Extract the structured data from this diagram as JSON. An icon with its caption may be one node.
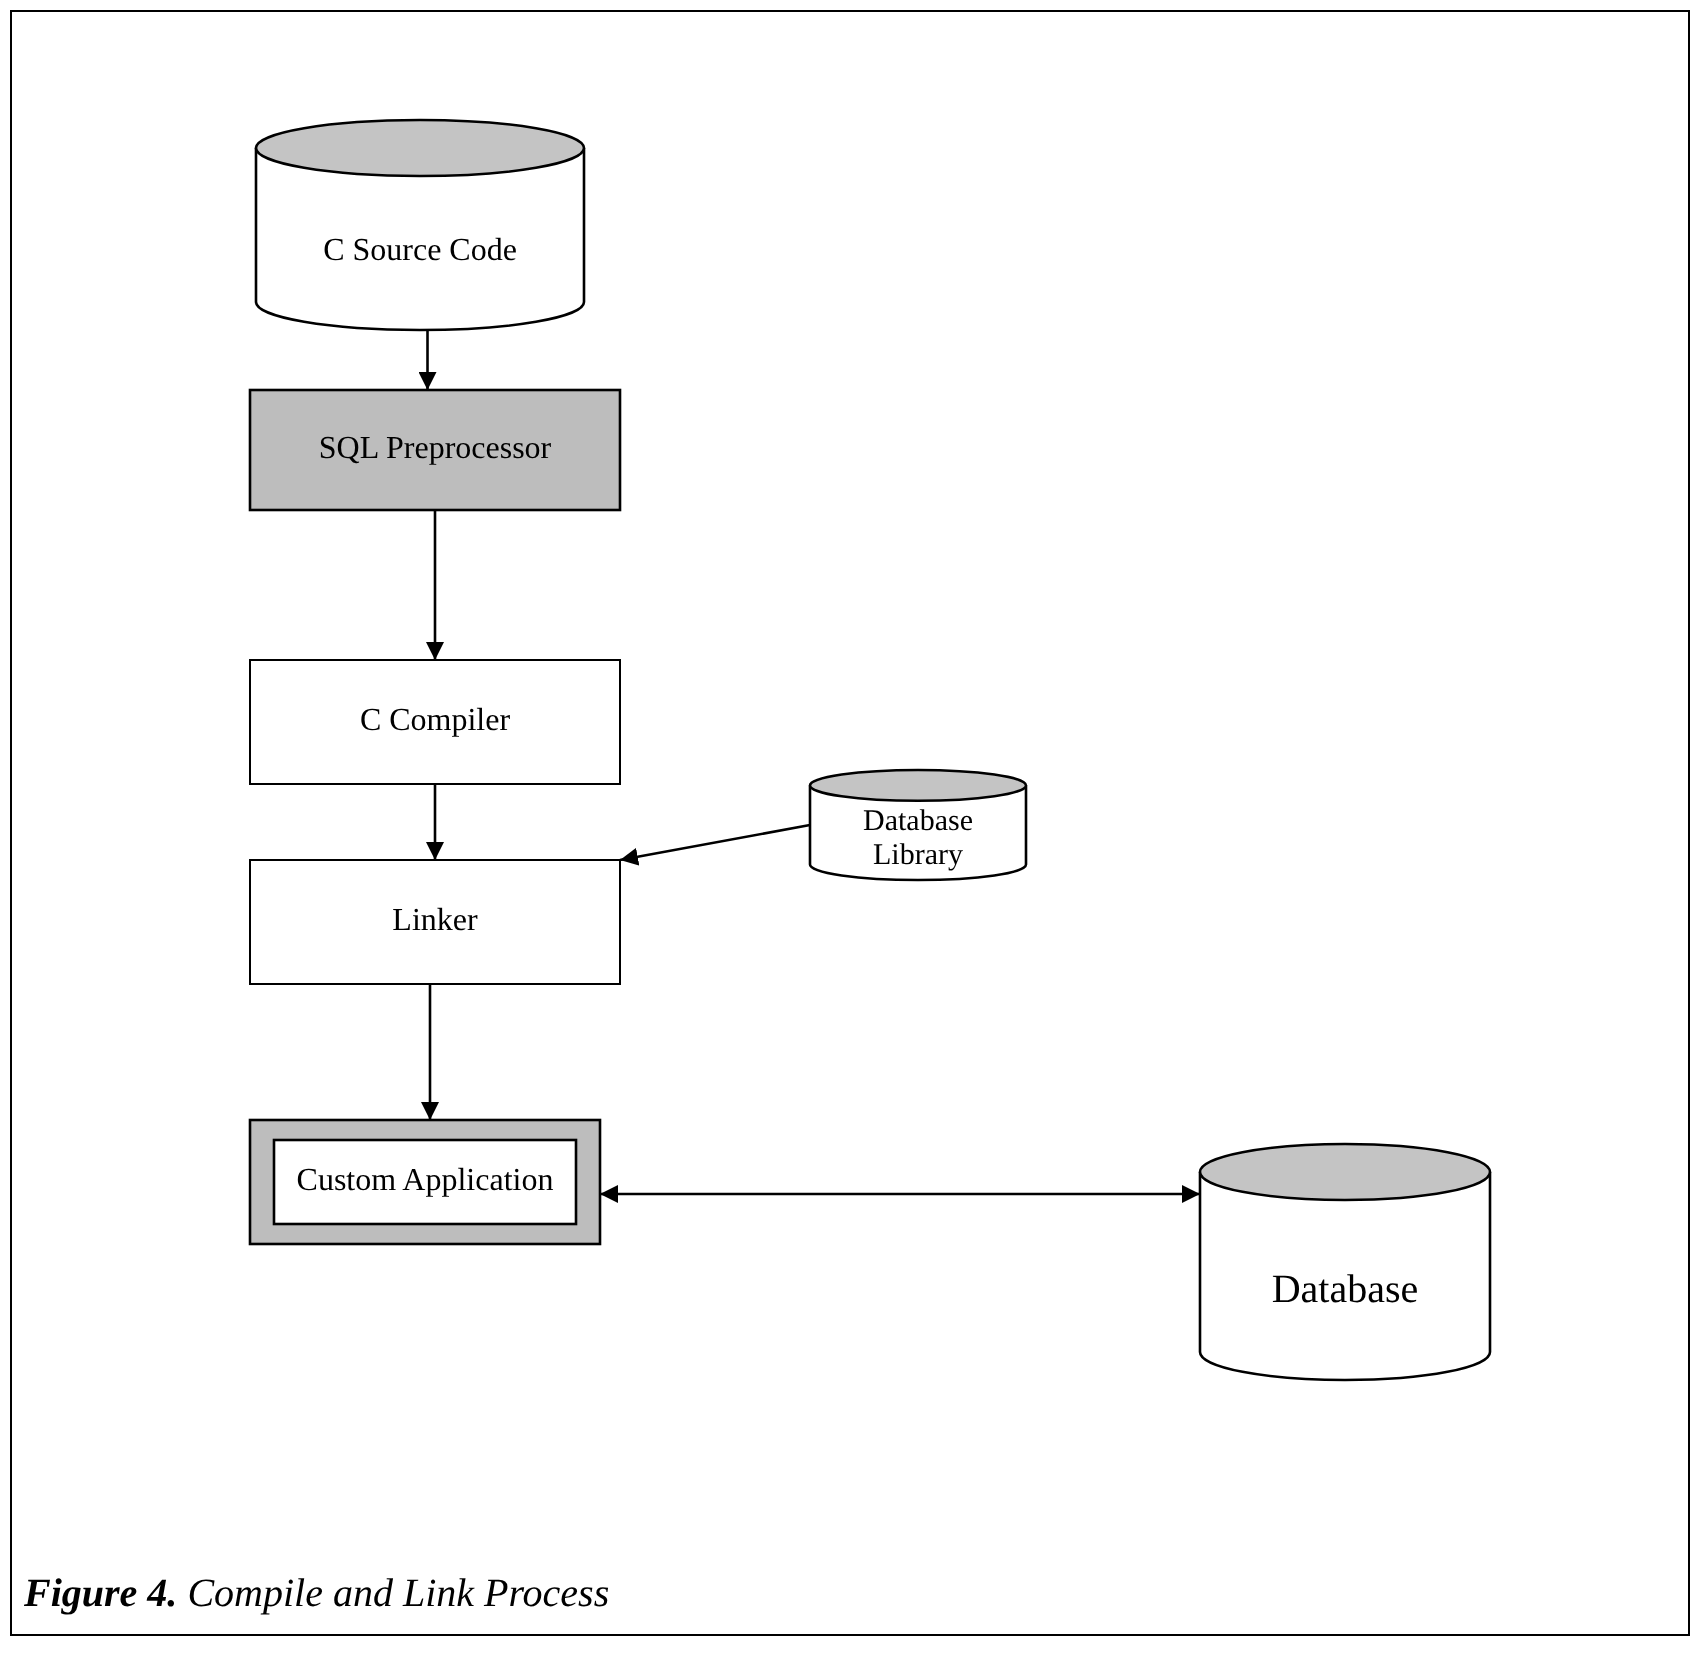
{
  "diagram": {
    "caption": "**Figure 4.** Compile and Link Process",
    "nodes": [
      {
        "text": [
          "C Source Code"
        ]
      },
      {
        "text": [
          "SQL Preprocessor"
        ]
      },
      {
        "text": [
          "C Compiler"
        ]
      },
      {
        "text": [
          "Database Library"
        ]
      },
      {
        "text": [
          "Linker"
        ]
      },
      {
        "text": [
          "Custom Application"
        ]
      },
      {
        "text": [
          "Database"
        ]
      }
    ],
    "edges": [
      {
        "from": 0,
        "to": 1,
        "arrow": "to"
      },
      {
        "from": 1,
        "to": 2,
        "arrow": "to"
      },
      {
        "from": 2,
        "to": 4,
        "arrow": "to"
      },
      {
        "from": 3,
        "to": 4,
        "arrow": "to"
      },
      {
        "from": 4,
        "to": 5,
        "arrow": "to"
      },
      {
        "from": 5,
        "to": 6,
        "arrow": "both"
      }
    ]
  }
}
